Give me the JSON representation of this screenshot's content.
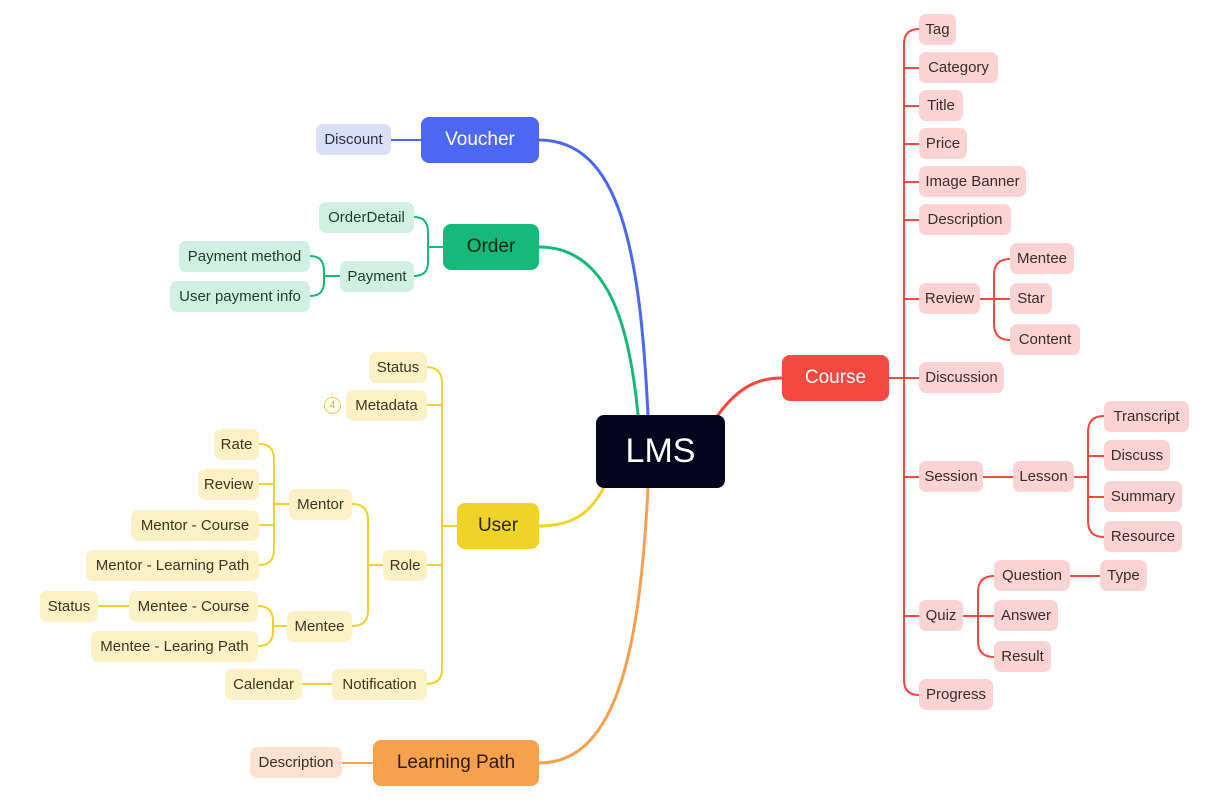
{
  "root": {
    "label": "LMS"
  },
  "colors": {
    "course": "#f5483f",
    "voucher": "#4c67f4",
    "order": "#16b979",
    "user": "#f0d228",
    "learning_path": "#f5a14e",
    "root": "#05051f"
  },
  "branches": {
    "course": {
      "label": "Course",
      "children": {
        "tag": "Tag",
        "category": "Category",
        "title": "Title",
        "price": "Price",
        "image_banner": "Image Banner",
        "description": "Description",
        "review": {
          "label": "Review",
          "children": {
            "mentee": "Mentee",
            "star": "Star",
            "content": "Content"
          }
        },
        "discussion": "Discussion",
        "session": {
          "label": "Session",
          "lesson": {
            "label": "Lesson",
            "children": {
              "transcript": "Transcript",
              "discuss": "Discuss",
              "summary": "Summary",
              "resource": "Resource"
            }
          }
        },
        "quiz": {
          "label": "Quiz",
          "children": {
            "question": {
              "label": "Question",
              "type": "Type"
            },
            "answer": "Answer",
            "result": "Result"
          }
        },
        "progress": "Progress"
      }
    },
    "voucher": {
      "label": "Voucher",
      "children": {
        "discount": "Discount"
      }
    },
    "order": {
      "label": "Order",
      "children": {
        "order_detail": "OrderDetail",
        "payment": {
          "label": "Payment",
          "children": {
            "payment_method": "Payment method",
            "user_payment_info": "User payment info"
          }
        }
      }
    },
    "user": {
      "label": "User",
      "children": {
        "status": "Status",
        "metadata": {
          "label": "Metadata",
          "badge": "4"
        },
        "role": {
          "label": "Role",
          "mentor": {
            "label": "Mentor",
            "children": {
              "rate": "Rate",
              "review": "Review",
              "mentor_course": "Mentor - Course",
              "mentor_learning_path": "Mentor - Learning Path"
            }
          },
          "mentee": {
            "label": "Mentee",
            "mentee_course": {
              "label": "Mentee - Course",
              "status": "Status"
            },
            "mentee_learning_path": "Mentee - Learing Path"
          }
        },
        "notification": {
          "label": "Notification",
          "calendar": "Calendar"
        }
      }
    },
    "learning_path": {
      "label": "Learning Path",
      "children": {
        "description": "Description"
      }
    }
  }
}
